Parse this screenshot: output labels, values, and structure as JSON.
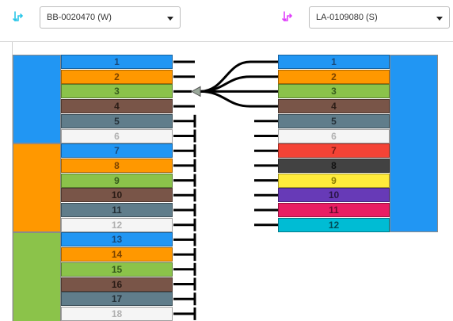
{
  "left_cable": {
    "label": "BB-0020470 (W)",
    "icon_color": "#29c6e8",
    "groups": [
      {
        "color": "#2196f3",
        "count": 6
      },
      {
        "color": "#ff9800",
        "count": 6
      },
      {
        "color": "#8bc34a",
        "count": 6
      }
    ],
    "fibers": [
      {
        "n": "1",
        "bg": "#2196f3",
        "fg": "#1a4a7a"
      },
      {
        "n": "2",
        "bg": "#ff9800",
        "fg": "#7a4300"
      },
      {
        "n": "3",
        "bg": "#8bc34a",
        "fg": "#355b1b"
      },
      {
        "n": "4",
        "bg": "#795548",
        "fg": "#2a1c16"
      },
      {
        "n": "5",
        "bg": "#607d8b",
        "fg": "#243038"
      },
      {
        "n": "6",
        "bg": "#f5f5f5",
        "fg": "#b0b0b0"
      },
      {
        "n": "7",
        "bg": "#2196f3",
        "fg": "#1a4a7a"
      },
      {
        "n": "8",
        "bg": "#ff9800",
        "fg": "#7a4300"
      },
      {
        "n": "9",
        "bg": "#8bc34a",
        "fg": "#355b1b"
      },
      {
        "n": "10",
        "bg": "#795548",
        "fg": "#2a1c16"
      },
      {
        "n": "11",
        "bg": "#607d8b",
        "fg": "#243038"
      },
      {
        "n": "12",
        "bg": "#f5f5f5",
        "fg": "#b0b0b0"
      },
      {
        "n": "13",
        "bg": "#2196f3",
        "fg": "#1a4a7a"
      },
      {
        "n": "14",
        "bg": "#ff9800",
        "fg": "#7a4300"
      },
      {
        "n": "15",
        "bg": "#8bc34a",
        "fg": "#355b1b"
      },
      {
        "n": "16",
        "bg": "#795548",
        "fg": "#2a1c16"
      },
      {
        "n": "17",
        "bg": "#607d8b",
        "fg": "#243038"
      },
      {
        "n": "18",
        "bg": "#f5f5f5",
        "fg": "#b0b0b0"
      }
    ]
  },
  "right_cable": {
    "label": "LA-0109080 (S)",
    "icon_color": "#e040fb",
    "groups": [
      {
        "color": "#2196f3",
        "count": 12
      }
    ],
    "fibers": [
      {
        "n": "1",
        "bg": "#2196f3",
        "fg": "#1a4a7a"
      },
      {
        "n": "2",
        "bg": "#ff9800",
        "fg": "#7a4300"
      },
      {
        "n": "3",
        "bg": "#8bc34a",
        "fg": "#355b1b"
      },
      {
        "n": "4",
        "bg": "#795548",
        "fg": "#2a1c16"
      },
      {
        "n": "5",
        "bg": "#607d8b",
        "fg": "#243038"
      },
      {
        "n": "6",
        "bg": "#f5f5f5",
        "fg": "#b0b0b0"
      },
      {
        "n": "7",
        "bg": "#f44336",
        "fg": "#7a1a14"
      },
      {
        "n": "8",
        "bg": "#424242",
        "fg": "#111111"
      },
      {
        "n": "9",
        "bg": "#ffeb3b",
        "fg": "#8a7d00"
      },
      {
        "n": "10",
        "bg": "#673ab7",
        "fg": "#2a1547"
      },
      {
        "n": "11",
        "bg": "#e91e63",
        "fg": "#6b0d2c"
      },
      {
        "n": "12",
        "bg": "#00bcd4",
        "fg": "#004d57"
      }
    ]
  },
  "splice": {
    "target_left_fiber": "3",
    "source_right_fibers": [
      "1",
      "2",
      "3",
      "4"
    ]
  }
}
